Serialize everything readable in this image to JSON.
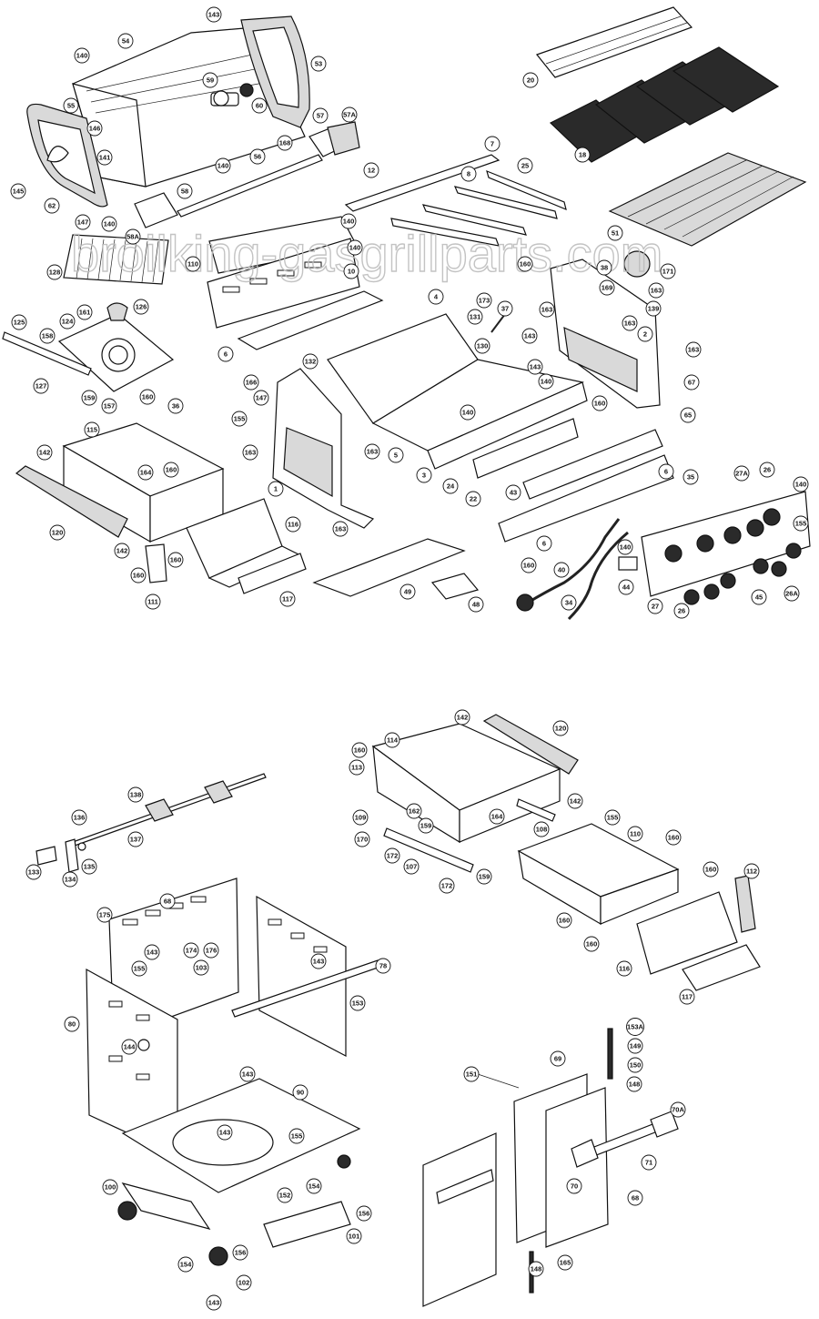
{
  "watermark": "broilking-gasgrillparts.com",
  "callouts": [
    [
      "143",
      235,
      16
    ],
    [
      "54",
      138,
      45
    ],
    [
      "140",
      90,
      61
    ],
    [
      "53",
      350,
      70
    ],
    [
      "55",
      78,
      116
    ],
    [
      "59",
      231,
      88
    ],
    [
      "60",
      285,
      116
    ],
    [
      "146",
      104,
      141
    ],
    [
      "57",
      352,
      127
    ],
    [
      "57A",
      384,
      126
    ],
    [
      "141",
      115,
      173
    ],
    [
      "168",
      313,
      157
    ],
    [
      "140",
      245,
      182
    ],
    [
      "56",
      283,
      172
    ],
    [
      "145",
      20,
      210
    ],
    [
      "147",
      91,
      244
    ],
    [
      "62",
      57,
      226
    ],
    [
      "58",
      203,
      210
    ],
    [
      "140",
      120,
      246
    ],
    [
      "58A",
      146,
      260
    ],
    [
      "12",
      408,
      187
    ],
    [
      "8",
      515,
      191
    ],
    [
      "7",
      541,
      158
    ],
    [
      "25",
      577,
      182
    ],
    [
      "140",
      383,
      243
    ],
    [
      "140",
      390,
      272
    ],
    [
      "110",
      212,
      290
    ],
    [
      "10",
      386,
      298
    ],
    [
      "128",
      60,
      299
    ],
    [
      "126",
      155,
      337
    ],
    [
      "20",
      583,
      88
    ],
    [
      "18",
      640,
      170
    ],
    [
      "51",
      676,
      256
    ],
    [
      "171",
      734,
      298
    ],
    [
      "160",
      577,
      290
    ],
    [
      "38",
      664,
      294
    ],
    [
      "163",
      721,
      319
    ],
    [
      "169",
      667,
      316
    ],
    [
      "163",
      692,
      355
    ],
    [
      "139",
      718,
      339
    ],
    [
      "125",
      21,
      354
    ],
    [
      "124",
      74,
      353
    ],
    [
      "161",
      93,
      343
    ],
    [
      "158",
      52,
      369
    ],
    [
      "6",
      248,
      389
    ],
    [
      "4",
      479,
      326
    ],
    [
      "173",
      532,
      330
    ],
    [
      "131",
      522,
      348
    ],
    [
      "37",
      555,
      339
    ],
    [
      "130",
      530,
      380
    ],
    [
      "163",
      601,
      340
    ],
    [
      "143",
      582,
      369
    ],
    [
      "2",
      709,
      367
    ],
    [
      "163",
      762,
      384
    ],
    [
      "166",
      276,
      420
    ],
    [
      "132",
      341,
      397
    ],
    [
      "127",
      45,
      424
    ],
    [
      "159",
      98,
      437
    ],
    [
      "157",
      120,
      446
    ],
    [
      "160",
      162,
      436
    ],
    [
      "36",
      193,
      446
    ],
    [
      "143",
      588,
      403
    ],
    [
      "140",
      600,
      419
    ],
    [
      "160",
      659,
      443
    ],
    [
      "67",
      760,
      420
    ],
    [
      "147",
      287,
      437
    ],
    [
      "155",
      263,
      460
    ],
    [
      "140",
      514,
      453
    ],
    [
      "65",
      756,
      456
    ],
    [
      "115",
      101,
      472
    ],
    [
      "142",
      49,
      497
    ],
    [
      "163",
      275,
      497
    ],
    [
      "163",
      409,
      496
    ],
    [
      "164",
      160,
      519
    ],
    [
      "160",
      188,
      516
    ],
    [
      "5",
      435,
      500
    ],
    [
      "3",
      466,
      522
    ],
    [
      "6",
      732,
      518
    ],
    [
      "24",
      495,
      534
    ],
    [
      "22",
      520,
      548
    ],
    [
      "43",
      564,
      541
    ],
    [
      "1",
      303,
      537
    ],
    [
      "35",
      759,
      524
    ],
    [
      "27A",
      815,
      520
    ],
    [
      "26",
      843,
      516
    ],
    [
      "140",
      880,
      532
    ],
    [
      "155",
      880,
      575
    ],
    [
      "120",
      63,
      585
    ],
    [
      "116",
      322,
      576
    ],
    [
      "163",
      374,
      581
    ],
    [
      "142",
      134,
      605
    ],
    [
      "160",
      152,
      632
    ],
    [
      "160",
      193,
      615
    ],
    [
      "6",
      598,
      597
    ],
    [
      "140",
      687,
      601
    ],
    [
      "160",
      581,
      621
    ],
    [
      "111",
      168,
      661
    ],
    [
      "117",
      316,
      658
    ],
    [
      "49",
      448,
      650
    ],
    [
      "48",
      523,
      664
    ],
    [
      "40",
      617,
      626
    ],
    [
      "44",
      688,
      645
    ],
    [
      "27",
      720,
      666
    ],
    [
      "26",
      749,
      671
    ],
    [
      "45",
      834,
      656
    ],
    [
      "26A",
      870,
      652
    ],
    [
      "34",
      625,
      662
    ],
    [
      "142",
      508,
      788
    ],
    [
      "120",
      616,
      800
    ],
    [
      "160",
      395,
      824
    ],
    [
      "114",
      431,
      813
    ],
    [
      "113",
      392,
      843
    ],
    [
      "142",
      632,
      880
    ],
    [
      "164",
      546,
      897
    ],
    [
      "108",
      595,
      911
    ],
    [
      "109",
      396,
      898
    ],
    [
      "162",
      455,
      891
    ],
    [
      "170",
      398,
      922
    ],
    [
      "159",
      468,
      907
    ],
    [
      "172",
      431,
      940
    ],
    [
      "107",
      452,
      952
    ],
    [
      "172",
      491,
      973
    ],
    [
      "159",
      532,
      963
    ],
    [
      "155",
      673,
      898
    ],
    [
      "110",
      698,
      916
    ],
    [
      "160",
      740,
      920
    ],
    [
      "160",
      781,
      955
    ],
    [
      "112",
      826,
      957
    ],
    [
      "160",
      620,
      1011
    ],
    [
      "160",
      650,
      1037
    ],
    [
      "116",
      686,
      1064
    ],
    [
      "117",
      755,
      1095
    ],
    [
      "138",
      149,
      873
    ],
    [
      "136",
      87,
      898
    ],
    [
      "137",
      149,
      922
    ],
    [
      "133",
      37,
      958
    ],
    [
      "134",
      77,
      966
    ],
    [
      "135",
      98,
      952
    ],
    [
      "68",
      184,
      990
    ],
    [
      "175",
      115,
      1005
    ],
    [
      "143",
      167,
      1046
    ],
    [
      "174",
      210,
      1044
    ],
    [
      "176",
      232,
      1044
    ],
    [
      "155",
      153,
      1064
    ],
    [
      "103",
      221,
      1063
    ],
    [
      "143",
      350,
      1056
    ],
    [
      "78",
      421,
      1061
    ],
    [
      "153",
      393,
      1102
    ],
    [
      "80",
      79,
      1125
    ],
    [
      "144",
      142,
      1150
    ],
    [
      "143",
      272,
      1180
    ],
    [
      "90",
      330,
      1200
    ],
    [
      "143",
      247,
      1244
    ],
    [
      "155",
      326,
      1248
    ],
    [
      "152",
      313,
      1313
    ],
    [
      "154",
      345,
      1303
    ],
    [
      "100",
      121,
      1304
    ],
    [
      "156",
      400,
      1333
    ],
    [
      "101",
      389,
      1358
    ],
    [
      "156",
      264,
      1376
    ],
    [
      "154",
      204,
      1389
    ],
    [
      "102",
      268,
      1409
    ],
    [
      "143",
      235,
      1431
    ],
    [
      "153A",
      698,
      1128
    ],
    [
      "149",
      698,
      1149
    ],
    [
      "150",
      698,
      1170
    ],
    [
      "148",
      697,
      1191
    ],
    [
      "151",
      518,
      1180
    ],
    [
      "69",
      613,
      1163
    ],
    [
      "70A",
      745,
      1219
    ],
    [
      "71",
      713,
      1277
    ],
    [
      "70",
      631,
      1303
    ],
    [
      "68",
      698,
      1316
    ],
    [
      "148",
      589,
      1394
    ],
    [
      "165",
      621,
      1387
    ]
  ]
}
